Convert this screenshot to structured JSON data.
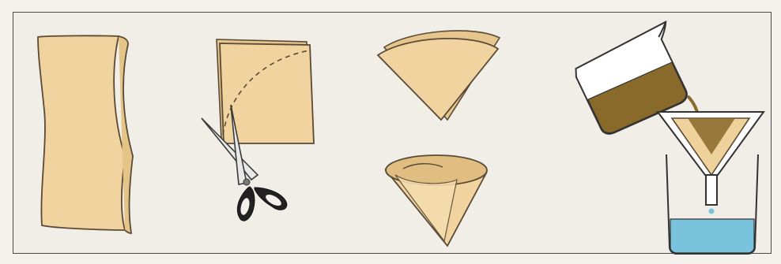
{
  "illustration": {
    "steps": [
      "fold-paper-in-half",
      "fold-again-and-cut-arc",
      "folded-quarter-cone",
      "opened-paper-cone",
      "pour-liquid-through-funnel-filter"
    ],
    "colors": {
      "paper": "#efd19c",
      "paper_edge": "#5a4a35",
      "liquid_dark": "#8a6a2a",
      "filtrate": "#79c3dc",
      "glass": "#3a3a3a",
      "frame": "#4a4a4a"
    },
    "icons": [
      "scissors-icon",
      "beaker-icon",
      "funnel-icon",
      "filter-cone-icon"
    ]
  },
  "bleed_through_text": {
    "lines": [
      "          ",
      "",
      "",
      "",
      "",
      "",
      "",
      ""
    ]
  }
}
